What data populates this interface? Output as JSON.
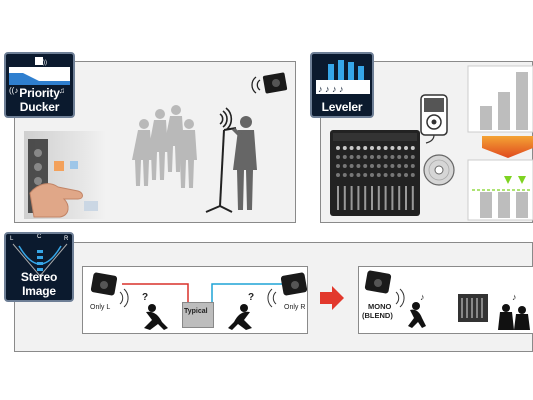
{
  "priority_ducker": {
    "label": "Priority Ducker"
  },
  "leveler": {
    "label": "Leveler"
  },
  "stereo_image": {
    "label": "Stereo Image",
    "scale_left": "L",
    "scale_center": "C",
    "scale_right": "R"
  },
  "comparison": {
    "only_l": "Only L",
    "only_r": "Only R",
    "typical": "Typical",
    "question_mark": "?",
    "mono_line1": "MONO",
    "mono_line2": "(BLEND)"
  },
  "colors": {
    "accent_blue": "#1e6fb8",
    "badge_bg": "#0b1a2e",
    "cable_red": "#d9302a",
    "cable_cyan": "#1fa3d6",
    "arrow_red": "#e2382c",
    "level_green": "#7ed321"
  }
}
